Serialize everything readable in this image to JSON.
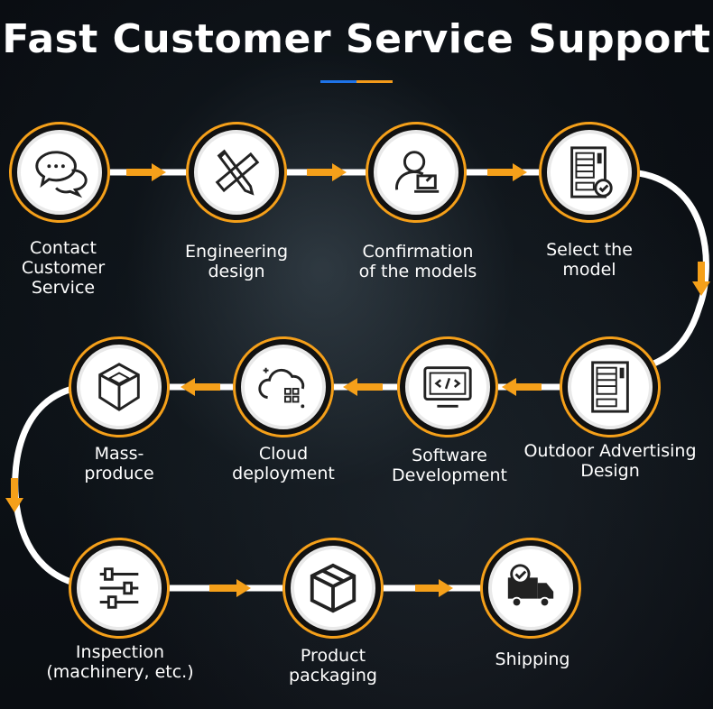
{
  "title": "Fast Customer Service Support",
  "colors": {
    "accent_orange": "#f5a01a",
    "accent_blue": "#1e73e8",
    "path": "#ffffff"
  },
  "steps": [
    {
      "label": "Contact\nCustomer\nService",
      "icon": "chat-bubbles-icon"
    },
    {
      "label": "Engineering\ndesign",
      "icon": "ruler-pencil-icon"
    },
    {
      "label": "Confirmation\nof the models",
      "icon": "user-laptop-icon"
    },
    {
      "label": "Select the\nmodel",
      "icon": "vending-machine-check-icon"
    },
    {
      "label": "Outdoor Advertising\nDesign",
      "icon": "vending-machine-icon"
    },
    {
      "label": "Software\nDevelopment",
      "icon": "code-monitor-icon"
    },
    {
      "label": "Cloud\ndeployment",
      "icon": "cloud-grid-icon"
    },
    {
      "label": "Mass-\nproduce",
      "icon": "cube-icon"
    },
    {
      "label": "Inspection\n(machinery, etc.)",
      "icon": "sliders-icon"
    },
    {
      "label": "Product\npackaging",
      "icon": "package-box-icon"
    },
    {
      "label": "Shipping",
      "icon": "delivery-truck-icon"
    }
  ]
}
